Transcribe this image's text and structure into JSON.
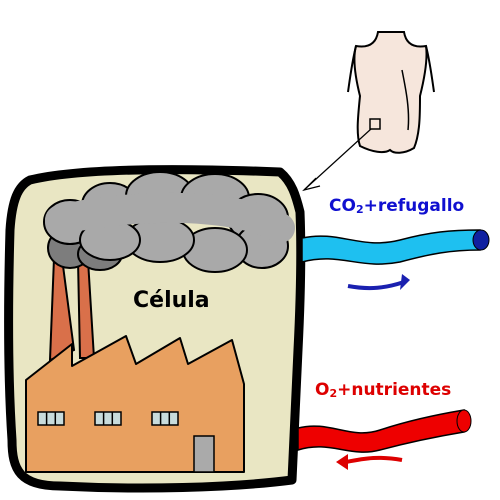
{
  "labels": {
    "cell": "Célula",
    "co2_prefix": "CO",
    "co2_sub": "2",
    "co2_suffix": "+refugallo",
    "o2_prefix": "O",
    "o2_sub": "2",
    "o2_suffix": "+nutrientes"
  },
  "colors": {
    "cell_fill": "#e9e6c3",
    "cell_border": "#000000",
    "smoke": "#a9a9a9",
    "smoke_dark": "#7d7d7d",
    "factory_wall": "#e8a060",
    "chimney": "#d9704a",
    "window": "#c8dcdc",
    "door": "#aaaaaa",
    "co2_tube": "#1ec0f0",
    "co2_tube_end": "#1020a0",
    "co2_arrow": "#1a20b0",
    "co2_text": "#1010d0",
    "o2_tube": "#ee0000",
    "o2_arrow": "#dd0000",
    "o2_text": "#dd0000",
    "skin": "#f6e6dc"
  }
}
